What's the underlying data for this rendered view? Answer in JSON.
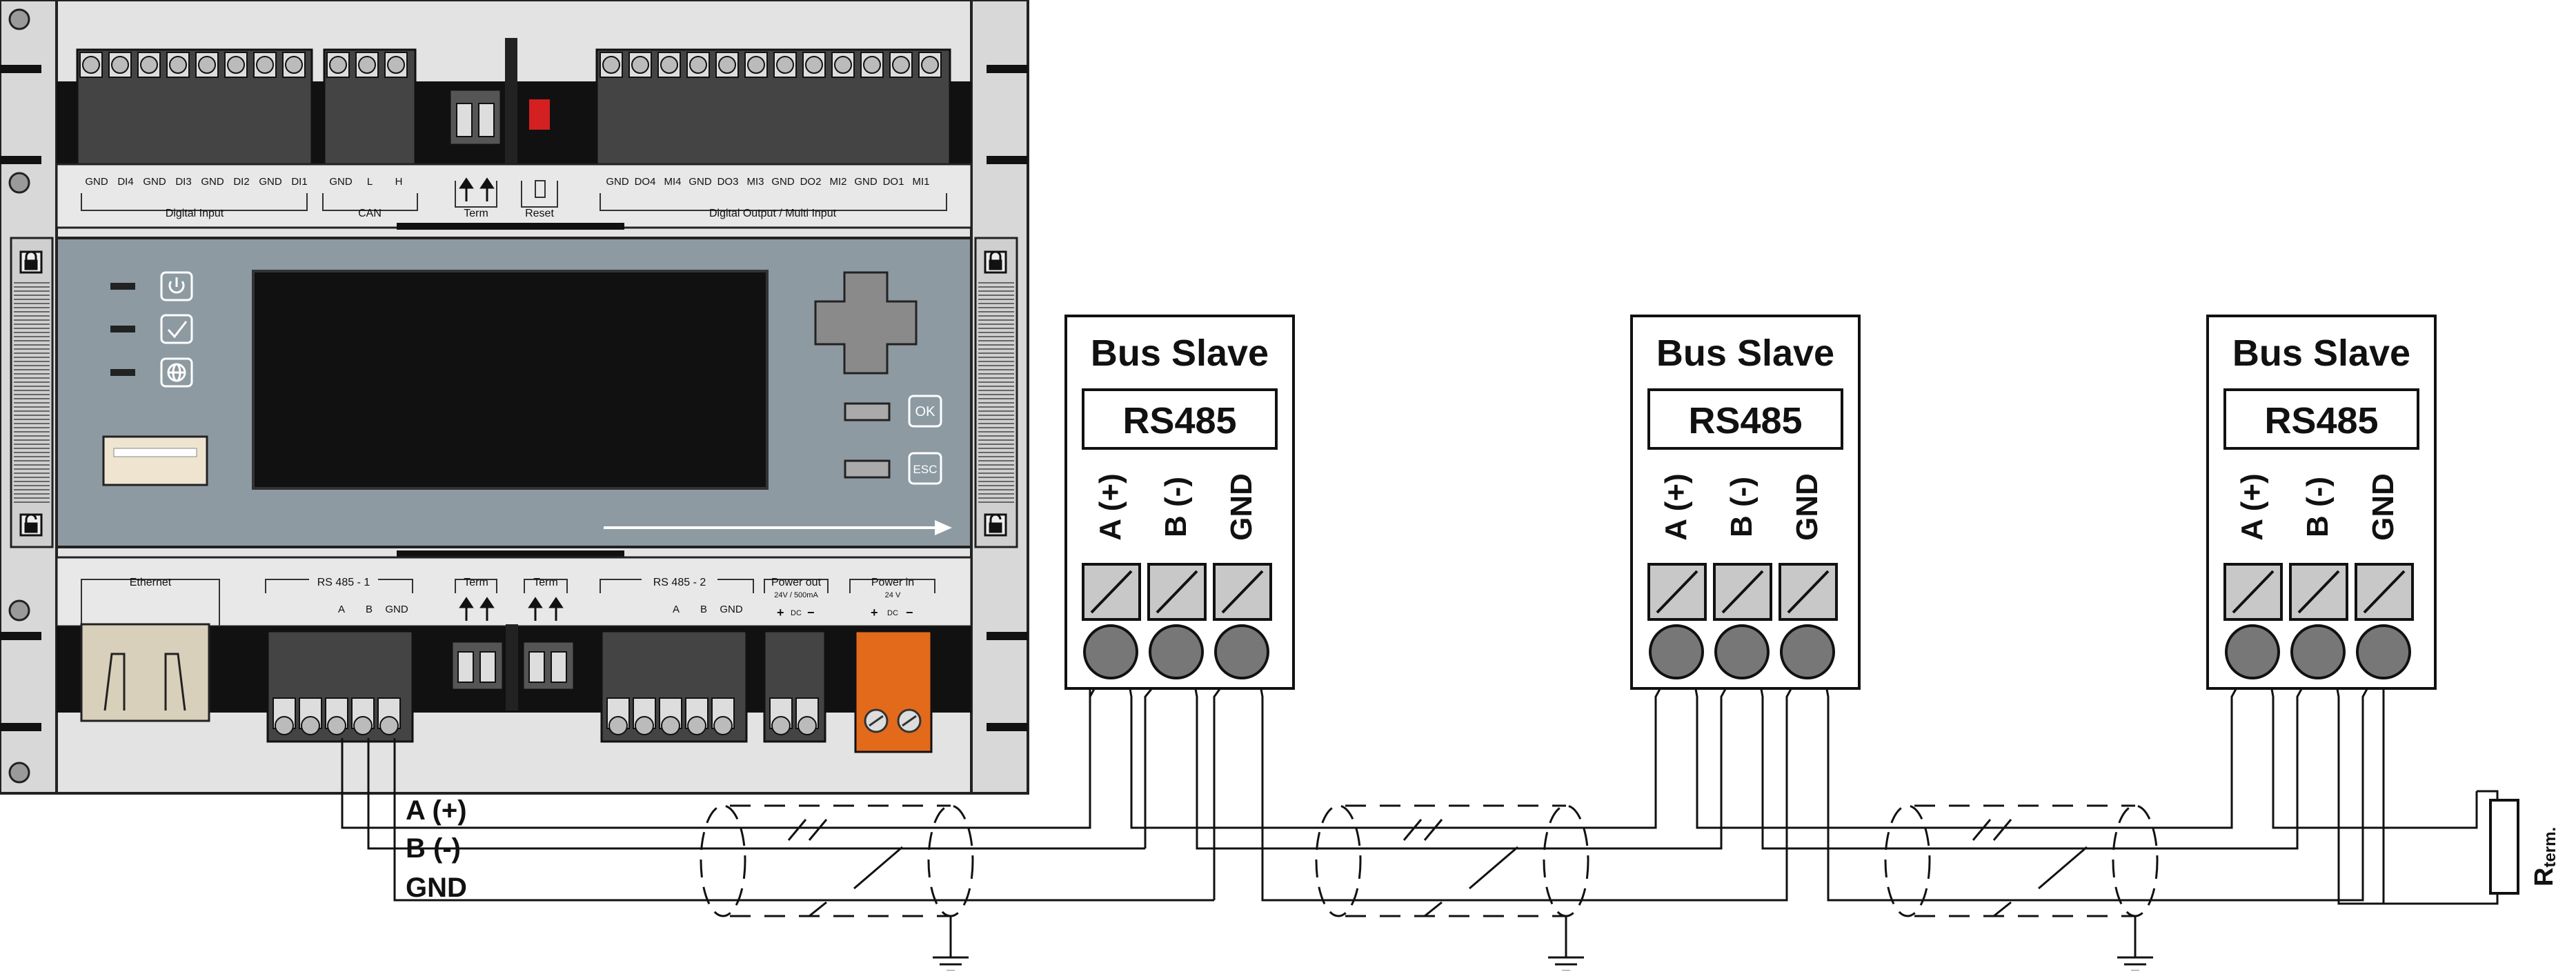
{
  "controller": {
    "top_groups": {
      "digital_input": "Digital Input",
      "can": "CAN",
      "term": "Term",
      "reset": "Reset",
      "digital_output": "Digital Output / Multi Input"
    },
    "top_pins_left": [
      "GND",
      "DI4",
      "GND",
      "DI3",
      "GND",
      "DI2",
      "GND",
      "DI1"
    ],
    "top_pins_can": [
      "GND",
      "L",
      "H"
    ],
    "top_pins_right": [
      "GND",
      "DO4",
      "MI4",
      "GND",
      "DO3",
      "MI3",
      "GND",
      "DO2",
      "MI2",
      "GND",
      "DO1",
      "MI1"
    ],
    "panel_buttons": {
      "ok": "OK",
      "esc": "ESC"
    },
    "bottom_groups": {
      "ethernet": "Ethernet",
      "rs485_1": "RS 485 - 1",
      "term1": "Term",
      "term2": "Term",
      "rs485_2": "RS 485 - 2",
      "power_out": "Power out",
      "power_out_spec": "24V / 500mA",
      "power_out_dc": "DC",
      "power_in": "Power in",
      "power_in_spec": "24 V",
      "power_in_dc": "DC"
    },
    "rs485_1_pins": [
      "A",
      "B",
      "GND"
    ],
    "rs485_2_pins": [
      "A",
      "B",
      "GND"
    ]
  },
  "wire_labels": {
    "a": "A (+)",
    "b": "B (-)",
    "gnd": "GND"
  },
  "slaves": [
    {
      "title": "Bus Slave",
      "protocol": "RS485",
      "pins": [
        "A (+)",
        "B (-)",
        "GND"
      ]
    },
    {
      "title": "Bus Slave",
      "protocol": "RS485",
      "pins": [
        "A (+)",
        "B (-)",
        "GND"
      ]
    },
    {
      "title": "Bus Slave",
      "protocol": "RS485",
      "pins": [
        "A (+)",
        "B (-)",
        "GND"
      ]
    }
  ],
  "terminator": {
    "label": "R",
    "subscript": "term."
  }
}
